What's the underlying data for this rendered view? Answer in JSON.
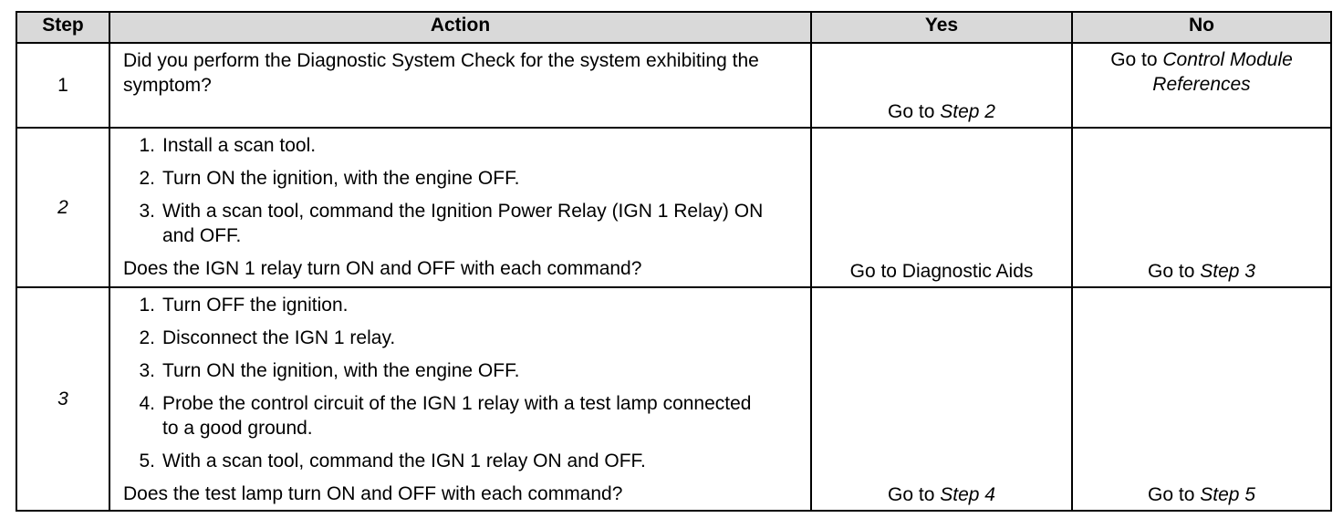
{
  "headers": {
    "step": "Step",
    "action": "Action",
    "yes": "Yes",
    "no": "No"
  },
  "rows": [
    {
      "step": "1",
      "question": "Did you perform the Diagnostic System Check for the system exhibiting the symptom?",
      "yes_prefix": "Go to ",
      "yes_ref": "Step 2",
      "no_prefix": "Go to ",
      "no_ref": "Control Module References"
    },
    {
      "step": "2",
      "steps": [
        {
          "num": "1.",
          "text": "Install a scan tool."
        },
        {
          "num": "2.",
          "text": "Turn ON the ignition, with the engine OFF."
        },
        {
          "num": "3.",
          "text": "With a scan tool, command the Ignition Power Relay (IGN 1 Relay) ON and OFF."
        }
      ],
      "question": "Does the IGN 1 relay turn ON and OFF with each command?",
      "yes_text": "Go to Diagnostic Aids",
      "no_prefix": "Go to ",
      "no_ref": "Step 3"
    },
    {
      "step": "3",
      "steps": [
        {
          "num": "1.",
          "text": "Turn OFF the ignition."
        },
        {
          "num": "2.",
          "text": "Disconnect the IGN 1 relay."
        },
        {
          "num": "3.",
          "text": "Turn ON the ignition, with the engine OFF."
        },
        {
          "num": "4.",
          "text": "Probe the control circuit of the IGN 1 relay with a test lamp connected to a good ground."
        },
        {
          "num": "5.",
          "text": "With a scan tool, command the IGN 1 relay ON and OFF."
        }
      ],
      "question": "Does the test lamp turn ON and OFF with each command?",
      "yes_prefix": "Go to ",
      "yes_ref": "Step 4",
      "no_prefix": "Go to ",
      "no_ref": "Step 5"
    }
  ]
}
